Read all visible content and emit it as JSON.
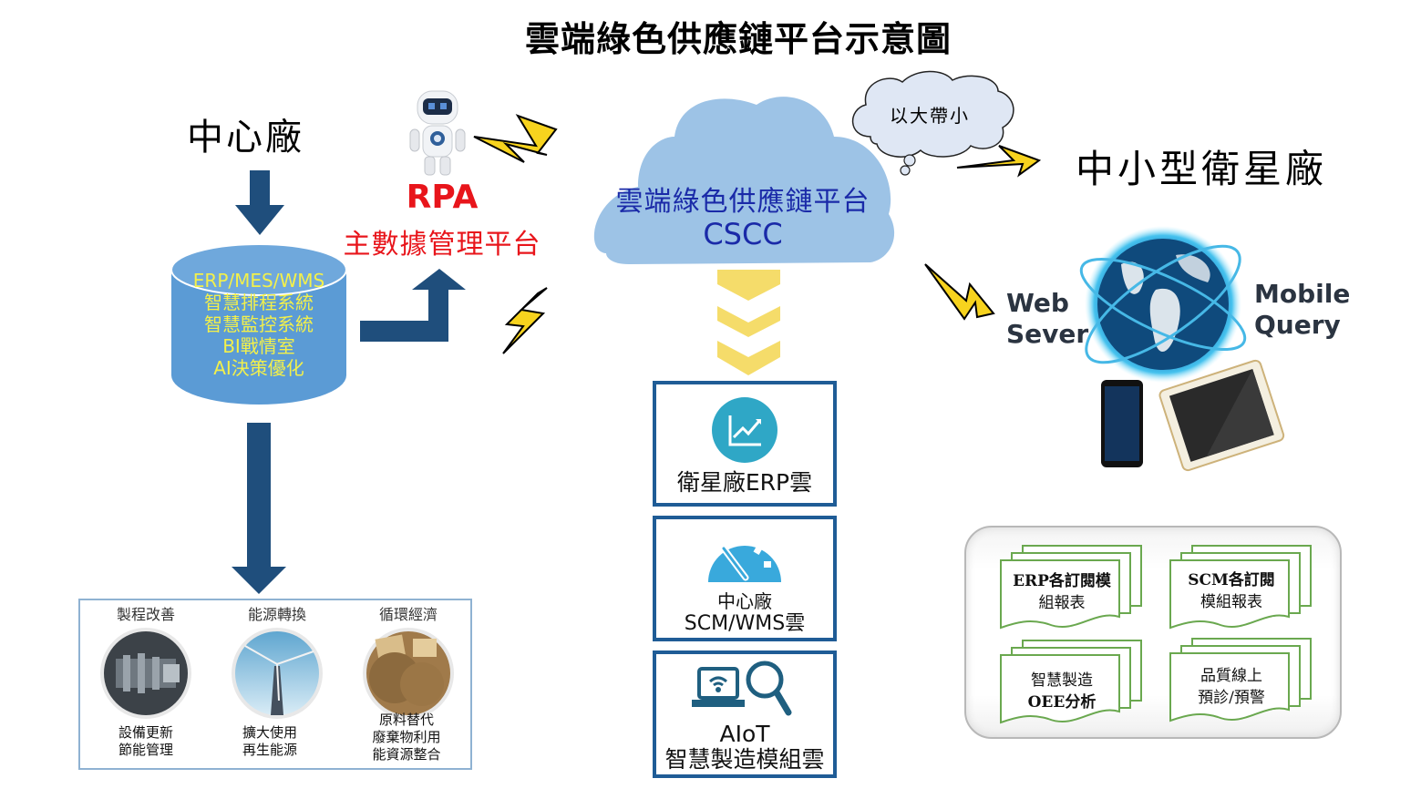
{
  "title": "雲端綠色供應鏈平台示意圖",
  "central_factory": {
    "label": "中心廠",
    "database_lines": [
      "ERP/MES/WMS",
      "智慧排程系統",
      "智慧監控系統",
      "BI戰情室",
      "AI決策優化"
    ]
  },
  "rpa": {
    "title": "RPA",
    "subtitle": "主數據管理平台"
  },
  "cloud_platform": {
    "name": "雲端綠色供應鏈平台",
    "code": "CSCC"
  },
  "thought_bubble": "以大帶小",
  "satellite_factory": {
    "label": "中小型衛星廠",
    "web_label": [
      "Web",
      "Sever"
    ],
    "mobile_label": [
      "Mobile",
      "Query"
    ]
  },
  "cloud_modules": [
    {
      "icon": "chart-trend-icon",
      "lines": [
        "衛星廠ERP雲"
      ]
    },
    {
      "icon": "gauge-icon",
      "lines": [
        "中心廠",
        "SCM/WMS雲"
      ]
    },
    {
      "icon": "laptop-search-icon",
      "lines": [
        "AIoT",
        "智慧製造模組雲"
      ]
    }
  ],
  "green_initiatives": [
    {
      "heading": "製程改善",
      "image": "turbine-image",
      "desc": [
        "設備更新",
        "節能管理"
      ]
    },
    {
      "heading": "能源轉換",
      "image": "wind-turbine-image",
      "desc": [
        "擴大使用",
        "再生能源"
      ]
    },
    {
      "heading": "循環經濟",
      "image": "wood-pellets-image",
      "desc": [
        "原料替代",
        "廢棄物利用",
        "能資源整合"
      ]
    }
  ],
  "reports": [
    {
      "lines": [
        "ERP各訂閱模",
        "組報表"
      ]
    },
    {
      "lines": [
        "SCM各訂閱",
        "模組報表"
      ]
    },
    {
      "lines": [
        "智慧製造",
        "OEE分析"
      ]
    },
    {
      "lines": [
        "品質線上",
        "預診/預警"
      ]
    }
  ],
  "colors": {
    "arrow_blue": "#1f4e7c",
    "db_blue": "#5b9bd5",
    "db_text": "#f3f04a",
    "rpa_red": "#e8151b",
    "cloud_fill": "#9dc3e6",
    "cloud_text": "#1a2aa8",
    "chevron_yellow": "#f5dc6a",
    "module_border": "#1f5c96",
    "report_green": "#6aa84f"
  }
}
